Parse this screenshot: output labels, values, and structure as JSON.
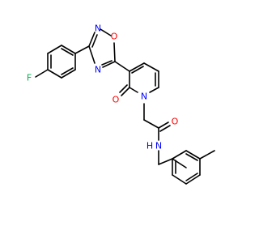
{
  "colors": {
    "bond": "#000000",
    "N": "#0000ff",
    "O": "#ff0000",
    "F": "#00b050"
  },
  "labels": {
    "F": "F",
    "O_oxadiazole": "O",
    "N2_oxadiazole": "N",
    "N4_oxadiazole": "N",
    "N_pyridinone": "N",
    "O_carbonyl_ring": "O",
    "O_amide": "O",
    "NH_amide": "N",
    "H_amide": "H"
  }
}
